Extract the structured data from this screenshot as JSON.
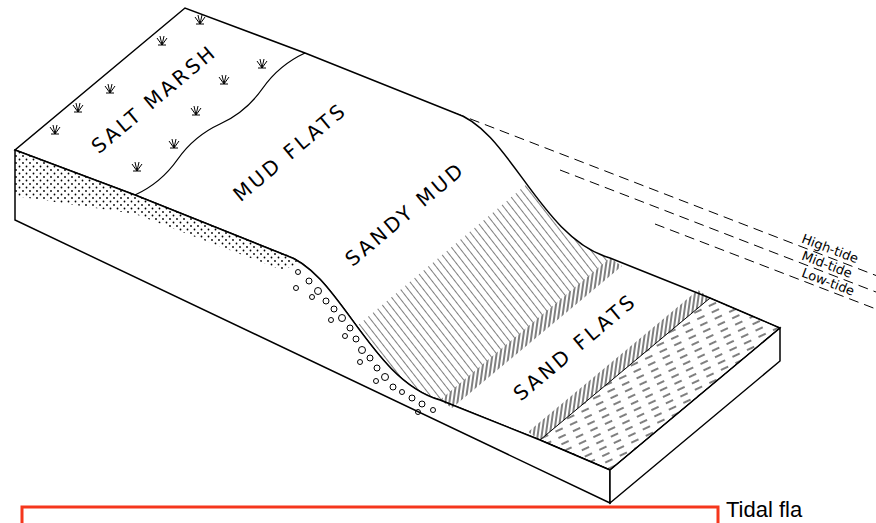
{
  "diagram": {
    "labels": [
      "SALT MARSH",
      "MUD FLATS",
      "SANDY MUD",
      "SAND FLATS",
      "High-tide",
      "Mid-tide",
      "Low-tide",
      "Tidal fla"
    ]
  }
}
